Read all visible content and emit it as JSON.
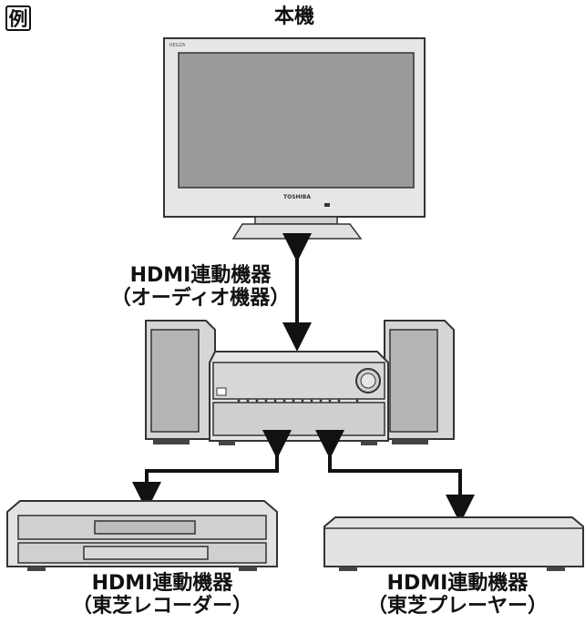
{
  "example_tag": "例",
  "devices": {
    "tv": {
      "label": "本機",
      "brand": "TOSHIBA",
      "corner_brand": "REGZA"
    },
    "audio": {
      "line1": "HDMI連動機器",
      "line2": "（オーディオ機器）"
    },
    "recorder": {
      "line1": "HDMI連動機器",
      "line2": "（東芝レコーダー）"
    },
    "player": {
      "line1": "HDMI連動機器",
      "line2": "（東芝プレーヤー）"
    }
  }
}
